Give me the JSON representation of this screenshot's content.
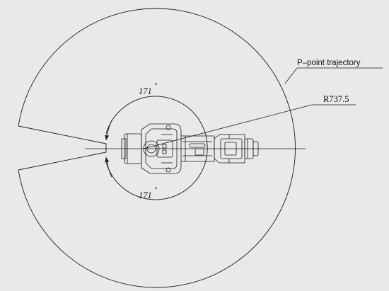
{
  "diagram": {
    "labels": {
      "trajectory": "P–point trajectory",
      "radius": "R737.5",
      "angle_top": "171",
      "angle_bottom": "171",
      "degree_symbol": "°"
    },
    "colors": {
      "background": "#e8e9e9",
      "line": "#1a1a1a"
    }
  }
}
